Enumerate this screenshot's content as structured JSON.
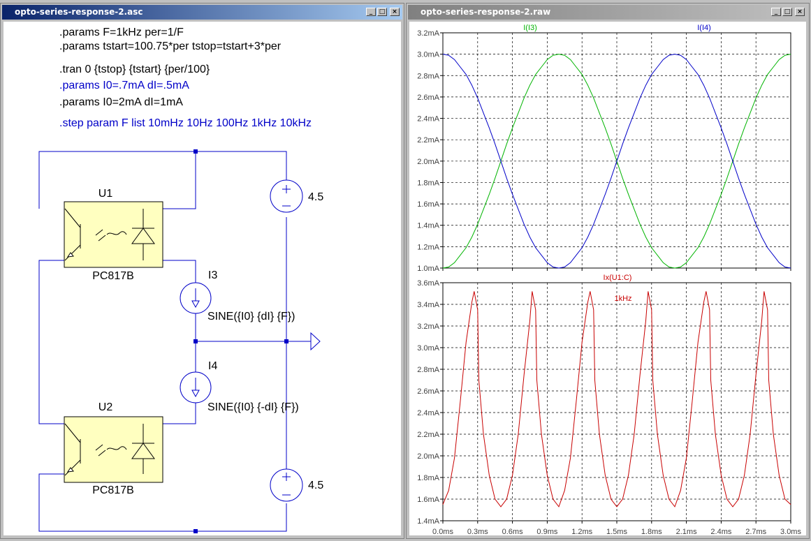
{
  "schematic_window": {
    "title": "opto-series-response-2.asc",
    "directives": [
      {
        "text": ".params F=1kHz per=1/F",
        "active": true
      },
      {
        "text": ".params tstart=100.75*per tstop=tstart+3*per",
        "active": true
      },
      {
        "text": ".tran 0 {tstop} {tstart} {per/100}",
        "active": true
      },
      {
        "text": ".params I0=.7mA dI=.5mA",
        "active": false
      },
      {
        "text": ".params I0=2mA dI=1mA",
        "active": true
      },
      {
        "text": ".step param F list 10mHz 10Hz 100Hz 1kHz 10kHz",
        "active": false
      }
    ],
    "components": {
      "u1_name": "U1",
      "u1_model": "PC817B",
      "u2_name": "U2",
      "u2_model": "PC817B",
      "i3_name": "I3",
      "i3_value": "SINE({I0} {dI} {F})",
      "i4_name": "I4",
      "i4_value": "SINE({I0} {-dI} {F})",
      "v_top_value": "4.5",
      "v_bottom_value": "4.5"
    },
    "colors": {
      "directive_active": "#000000",
      "directive_comment": "#0000c8",
      "wire": "#0000c8",
      "opto_fill": "#ffffc0"
    }
  },
  "waveform_window": {
    "title": "opto-series-response-2.raw",
    "chart_data": [
      {
        "type": "line",
        "xlim": [
          0,
          3.0
        ],
        "ylim": [
          1.0,
          3.2
        ],
        "yticks": [
          "1.0mA",
          "1.2mA",
          "1.4mA",
          "1.6mA",
          "1.8mA",
          "2.0mA",
          "2.2mA",
          "2.4mA",
          "2.6mA",
          "2.8mA",
          "3.0mA",
          "3.2mA"
        ],
        "grid": true,
        "series": [
          {
            "name": "I(I3)",
            "color": "#00b400",
            "x": [
              0,
              0.05,
              0.1,
              0.15,
              0.2,
              0.25,
              0.3,
              0.35,
              0.4,
              0.45,
              0.5,
              0.55,
              0.6,
              0.65,
              0.7,
              0.75,
              0.8,
              0.85,
              0.9,
              0.95,
              1.0,
              1.05,
              1.1,
              1.15,
              1.2,
              1.25,
              1.3,
              1.35,
              1.4,
              1.45,
              1.5,
              1.55,
              1.6,
              1.65,
              1.7,
              1.75,
              1.8,
              1.85,
              1.9,
              1.95,
              2.0,
              2.05,
              2.1,
              2.15,
              2.2,
              2.25,
              2.3,
              2.35,
              2.4,
              2.45,
              2.5,
              2.55,
              2.6,
              2.65,
              2.7,
              2.75,
              2.8,
              2.85,
              2.9,
              2.95,
              3.0
            ],
            "y": [
              1.0,
              1.01,
              1.05,
              1.12,
              1.19,
              1.29,
              1.41,
              1.55,
              1.69,
              1.84,
              2.0,
              2.16,
              2.31,
              2.45,
              2.59,
              2.71,
              2.81,
              2.88,
              2.95,
              2.99,
              3.0,
              2.99,
              2.95,
              2.88,
              2.81,
              2.71,
              2.59,
              2.45,
              2.31,
              2.16,
              2.0,
              1.84,
              1.69,
              1.55,
              1.41,
              1.29,
              1.19,
              1.12,
              1.05,
              1.01,
              1.0,
              1.01,
              1.05,
              1.12,
              1.19,
              1.29,
              1.41,
              1.55,
              1.69,
              1.84,
              2.0,
              2.16,
              2.31,
              2.45,
              2.59,
              2.71,
              2.81,
              2.88,
              2.95,
              2.99,
              3.0
            ]
          },
          {
            "name": "I(I4)",
            "color": "#0000c8",
            "x": [
              0,
              0.05,
              0.1,
              0.15,
              0.2,
              0.25,
              0.3,
              0.35,
              0.4,
              0.45,
              0.5,
              0.55,
              0.6,
              0.65,
              0.7,
              0.75,
              0.8,
              0.85,
              0.9,
              0.95,
              1.0,
              1.05,
              1.1,
              1.15,
              1.2,
              1.25,
              1.3,
              1.35,
              1.4,
              1.45,
              1.5,
              1.55,
              1.6,
              1.65,
              1.7,
              1.75,
              1.8,
              1.85,
              1.9,
              1.95,
              2.0,
              2.05,
              2.1,
              2.15,
              2.2,
              2.25,
              2.3,
              2.35,
              2.4,
              2.45,
              2.5,
              2.55,
              2.6,
              2.65,
              2.7,
              2.75,
              2.8,
              2.85,
              2.9,
              2.95,
              3.0
            ],
            "y": [
              3.0,
              2.99,
              2.95,
              2.88,
              2.81,
              2.71,
              2.59,
              2.45,
              2.31,
              2.16,
              2.0,
              1.84,
              1.69,
              1.55,
              1.41,
              1.29,
              1.19,
              1.12,
              1.05,
              1.01,
              1.0,
              1.01,
              1.05,
              1.12,
              1.19,
              1.29,
              1.41,
              1.55,
              1.69,
              1.84,
              2.0,
              2.16,
              2.31,
              2.45,
              2.59,
              2.71,
              2.81,
              2.88,
              2.95,
              2.99,
              3.0,
              2.99,
              2.95,
              2.88,
              2.81,
              2.71,
              2.59,
              2.45,
              2.31,
              2.16,
              2.0,
              1.84,
              1.69,
              1.55,
              1.41,
              1.29,
              1.19,
              1.12,
              1.05,
              1.01,
              1.0
            ]
          }
        ]
      },
      {
        "type": "line",
        "xlim": [
          0,
          3.0
        ],
        "ylim": [
          1.4,
          3.6
        ],
        "yticks": [
          "1.4mA",
          "1.6mA",
          "1.8mA",
          "2.0mA",
          "2.2mA",
          "2.4mA",
          "2.6mA",
          "2.8mA",
          "3.0mA",
          "3.2mA",
          "3.4mA",
          "3.6mA"
        ],
        "xticks": [
          "0.0ms",
          "0.3ms",
          "0.6ms",
          "0.9ms",
          "1.2ms",
          "1.5ms",
          "1.8ms",
          "2.1ms",
          "2.4ms",
          "2.7ms",
          "3.0ms"
        ],
        "grid": true,
        "annotation": "1kHz",
        "series": [
          {
            "name": "Ix(U1:C)",
            "color": "#c80000",
            "x": [
              0,
              0.05,
              0.1,
              0.15,
              0.2,
              0.25,
              0.27,
              0.3,
              0.31,
              0.35,
              0.4,
              0.45,
              0.5,
              0.55,
              0.6,
              0.65,
              0.7,
              0.75,
              0.77,
              0.8,
              0.81,
              0.85,
              0.9,
              0.95,
              1.0,
              1.05,
              1.1,
              1.15,
              1.2,
              1.25,
              1.27,
              1.3,
              1.31,
              1.35,
              1.4,
              1.45,
              1.5,
              1.55,
              1.6,
              1.65,
              1.7,
              1.75,
              1.77,
              1.8,
              1.81,
              1.85,
              1.9,
              1.95,
              2.0,
              2.05,
              2.1,
              2.15,
              2.2,
              2.25,
              2.27,
              2.3,
              2.31,
              2.35,
              2.4,
              2.45,
              2.5,
              2.55,
              2.6,
              2.65,
              2.7,
              2.75,
              2.77,
              2.8,
              2.81,
              2.85,
              2.9,
              2.95,
              3.0
            ],
            "y": [
              1.55,
              1.68,
              1.98,
              2.5,
              3.05,
              3.42,
              3.52,
              3.35,
              2.7,
              2.2,
              1.82,
              1.6,
              1.53,
              1.6,
              1.82,
              2.2,
              2.75,
              3.25,
              3.52,
              3.35,
              2.7,
              2.2,
              1.82,
              1.6,
              1.53,
              1.68,
              1.98,
              2.5,
              3.05,
              3.42,
              3.52,
              3.35,
              2.7,
              2.2,
              1.82,
              1.6,
              1.53,
              1.6,
              1.82,
              2.2,
              2.75,
              3.25,
              3.52,
              3.35,
              2.7,
              2.2,
              1.82,
              1.6,
              1.53,
              1.68,
              1.98,
              2.5,
              3.05,
              3.42,
              3.52,
              3.35,
              2.7,
              2.2,
              1.82,
              1.6,
              1.53,
              1.6,
              1.82,
              2.2,
              2.75,
              3.25,
              3.52,
              3.35,
              2.7,
              2.2,
              1.82,
              1.6,
              1.55
            ]
          }
        ]
      }
    ]
  }
}
